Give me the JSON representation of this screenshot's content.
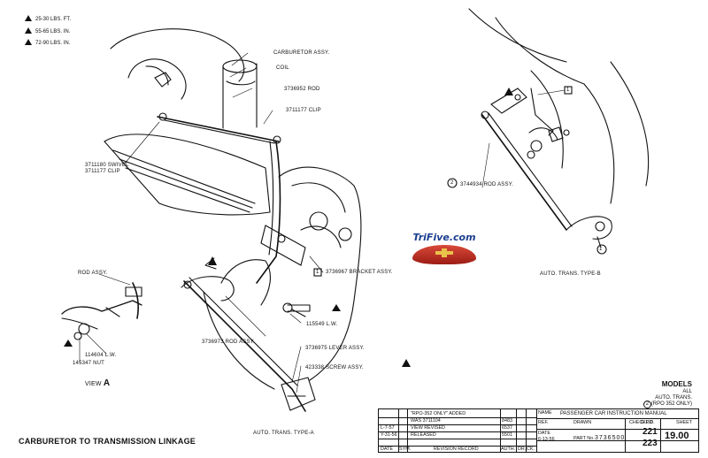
{
  "torque_legend": [
    {
      "value": "25-30 LBS. FT."
    },
    {
      "value": "55-65 LBS. IN."
    },
    {
      "value": "72-90 LBS. IN."
    }
  ],
  "labels": {
    "carburetor": "CARBURETOR ASSY.",
    "coil": "COIL",
    "rod_3736952": "3736952 ROD",
    "clip_3711177": "3711177 CLIP",
    "swivel_1": "3711180 SWIVEL",
    "swivel_2": "3711177 CLIP",
    "bracket": "3736967 BRACKET ASSY.",
    "lw": "115549 L.W.",
    "rod_assy_3736973": "3736973 ROD ASSY.",
    "lever": "3736975 LEVER ASSY.",
    "screw": "423338 SCREW ASSY.",
    "rod_assy_view": "ROD ASSY.",
    "lw_view": "114604 L.W.",
    "nut_view": "145347 NUT",
    "view": "VIEW",
    "view_letter": "A",
    "rod_3744934": "3744934 ROD ASSY.",
    "type_a": "AUTO. TRANS. TYPE-A",
    "type_b": "AUTO. TRANS. TYPE-B",
    "bottom_title": "CARBURETOR TO TRANSMISSION LINKAGE",
    "callout_1": "1",
    "callout_2": "2"
  },
  "logo": {
    "text": "TriFive.com"
  },
  "models": {
    "heading": "MODELS",
    "line1": "ALL",
    "line2": "AUTO. TRANS.",
    "line3": "(RPO 352 ONLY)",
    "callout": "2"
  },
  "title_block": {
    "rev1": "\"RPO-352 ONLY\" ADDED",
    "rev2": "WAS 3711104",
    "rev3": "VIEW REVISED",
    "rev4": "RELEASED",
    "date1": "L-7-57",
    "date2": "Y-31-56",
    "num1": "8483",
    "num2": "6537",
    "num3": "5501",
    "name_label": "NAME",
    "name_value": "PASSENGER CAR INSTRUCTION MANUAL",
    "ref_label": "REF.",
    "drawn_label": "DRAWN",
    "checked_label": "CHECKED",
    "date_label": "DATE",
    "date_value": "6-13-56",
    "partno_label": "PART No.",
    "partno_value": "3736500",
    "col_date": "DATE",
    "col_sym": "SYM.",
    "col_rev": "REVISION RECORD",
    "col_auth": "AUTH.",
    "col_dr": "DR.",
    "col_ck": "CK.",
    "gpo_label": "G.P.O.",
    "gpo_1": "221",
    "gpo_2": "223",
    "sheet_label": "SHEET",
    "sheet_value": "19.00"
  }
}
